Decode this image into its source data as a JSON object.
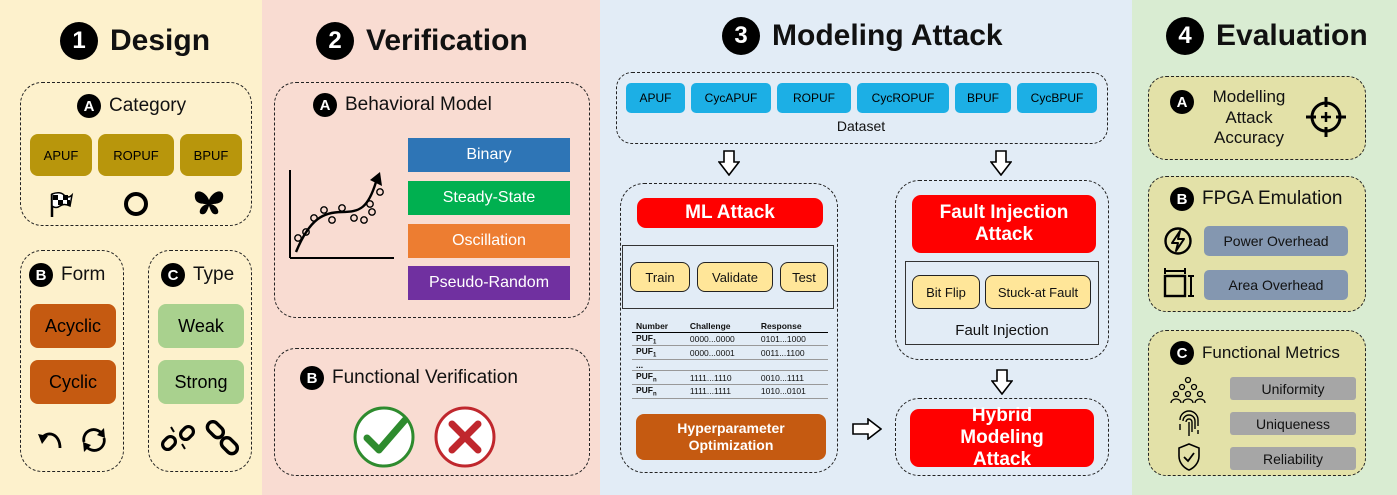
{
  "colors": {
    "design_bg": "#fdf1cc",
    "verification_bg": "#f9dcd2",
    "attack_bg": "#e2ecf6",
    "evaluation_bg": "#d9ecd2",
    "gold": "#b8960c",
    "brown": "#c55a11",
    "green": "#a9d18e",
    "cyan": "#1cafe5",
    "red": "#ff0000",
    "yellow": "#ffe699"
  },
  "design": {
    "number": "1",
    "title": "Design",
    "category": {
      "letter": "A",
      "title": "Category",
      "items": [
        "APUF",
        "ROPUF",
        "BPUF"
      ],
      "icons": [
        "checkered-flag-icon",
        "ring-icon",
        "butterfly-icon"
      ]
    },
    "form": {
      "letter": "B",
      "title": "Form",
      "items": [
        "Acyclic",
        "Cyclic"
      ],
      "icons": [
        "arc-arrow-icon",
        "cycle-arrows-icon"
      ]
    },
    "type": {
      "letter": "C",
      "title": "Type",
      "items": [
        "Weak",
        "Strong"
      ],
      "icons": [
        "broken-link-icon",
        "link-icon"
      ]
    }
  },
  "verification": {
    "number": "2",
    "title": "Verification",
    "behavioral": {
      "letter": "A",
      "title": "Behavioral Model",
      "models": [
        "Binary",
        "Steady-State",
        "Oscillation",
        "Pseudo-Random"
      ],
      "model_colors": [
        "#2e75b6",
        "#00b050",
        "#ed7d31",
        "#7030a0"
      ]
    },
    "functional": {
      "letter": "B",
      "title": "Functional Verification"
    }
  },
  "attack": {
    "number": "3",
    "title": "Modeling Attack",
    "dataset": {
      "items": [
        "APUF",
        "CycAPUF",
        "ROPUF",
        "CycROPUF",
        "BPUF",
        "CycBPUF"
      ],
      "label": "Dataset"
    },
    "ml": {
      "title": "ML Attack",
      "steps": [
        "Train",
        "Validate",
        "Test"
      ],
      "table": {
        "headers": [
          "Number",
          "Challenge",
          "Response"
        ],
        "rows": [
          [
            "PUF1",
            "0000...0000",
            "0101...1000"
          ],
          [
            "PUF1",
            "0000...0001",
            "0011...1100"
          ],
          [
            "...",
            "",
            ""
          ],
          [
            "PUFn",
            "1111...1110",
            "0010...1111"
          ],
          [
            "PUFn",
            "1111...1111",
            "1010...0101"
          ]
        ]
      },
      "hyper": "Hyperparameter Optimization"
    },
    "fault": {
      "title": "Fault Injection Attack",
      "items": [
        "Bit Flip",
        "Stuck-at Fault"
      ],
      "label": "Fault Injection"
    },
    "hybrid": "Hybrid Modeling Attack"
  },
  "evaluation": {
    "number": "4",
    "title": "Evaluation",
    "accuracy": {
      "letter": "A",
      "title": "Modelling Attack Accuracy"
    },
    "fpga": {
      "letter": "B",
      "title": "FPGA Emulation",
      "items": [
        "Power Overhead",
        "Area Overhead"
      ]
    },
    "metrics": {
      "letter": "C",
      "title": "Functional Metrics",
      "items": [
        "Uniformity",
        "Uniqueness",
        "Reliability"
      ]
    }
  }
}
